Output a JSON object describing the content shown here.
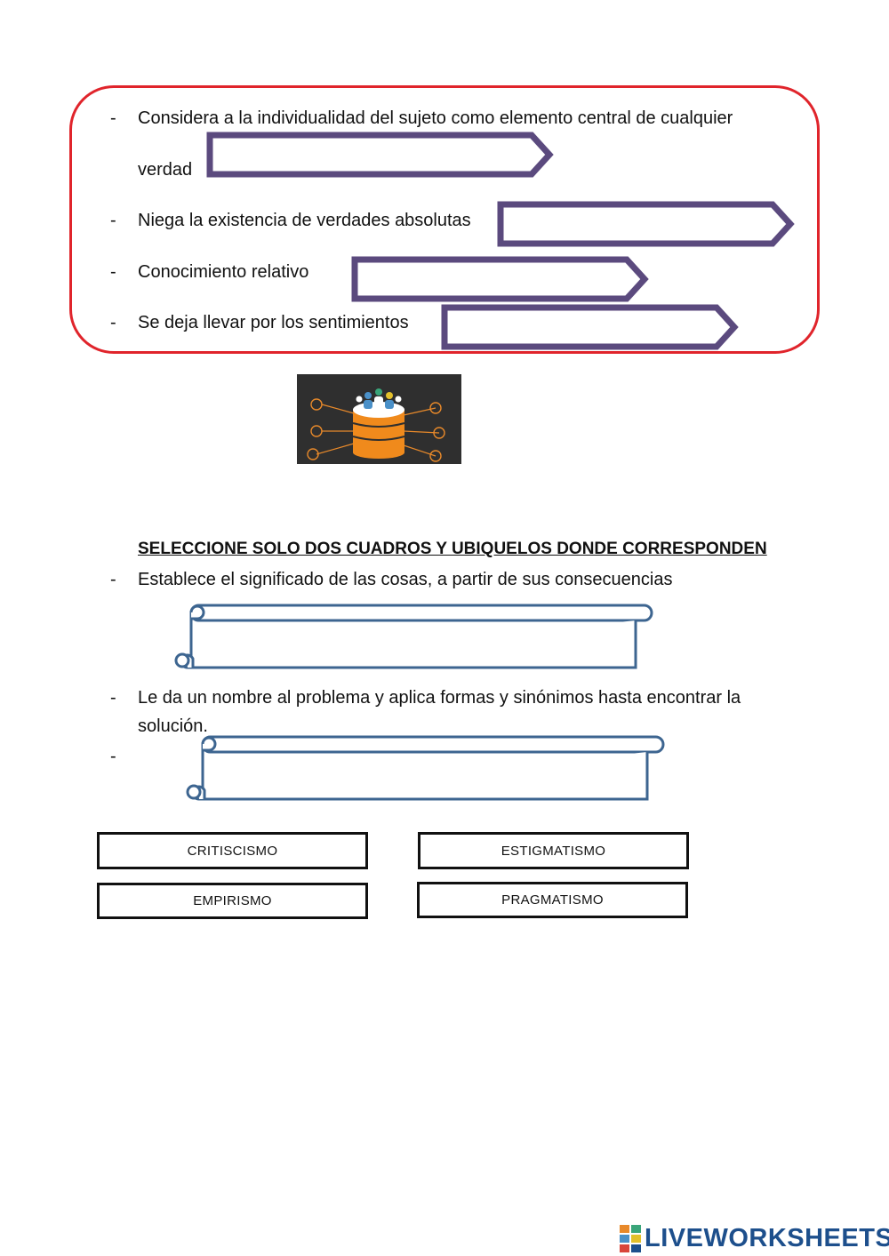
{
  "section1": {
    "items": [
      {
        "dash": "-",
        "text": "Considera a la individualidad del sujeto como elemento central de cualquier"
      },
      {
        "dash": "",
        "text": "verdad"
      },
      {
        "dash": "-",
        "text": "Niega la existencia de verdades absolutas"
      },
      {
        "dash": "-",
        "text": "Conocimiento relativo"
      },
      {
        "dash": "-",
        "text": "Se deja llevar por los sentimientos"
      }
    ],
    "frame_color": "#e0242b",
    "arrow_color": "#5b4a7e"
  },
  "image": {
    "icon": "database-people-icon"
  },
  "section2": {
    "title": "SELECCIONE SOLO DOS CUADROS Y UBIQUELOS DONDE CORRESPONDEN",
    "items": [
      {
        "dash": "-",
        "text": "Establece el significado de las cosas, a partir de sus consecuencias"
      },
      {
        "dash": "-",
        "text": "Le da un nombre al problema y aplica formas y sinónimos hasta encontrar la"
      },
      {
        "dash": "",
        "text": "solución."
      },
      {
        "dash": "-",
        "text": ""
      }
    ],
    "scroll_color": "#3d6590"
  },
  "options": [
    "CRITISCISMO",
    "ESTIGMATISMO",
    "EMPIRISMO",
    "PRAGMATISMO"
  ],
  "footer": {
    "logo_text": "LIVEWORKSHEETS",
    "logo_icon": "liveworksheets-logo-icon"
  }
}
